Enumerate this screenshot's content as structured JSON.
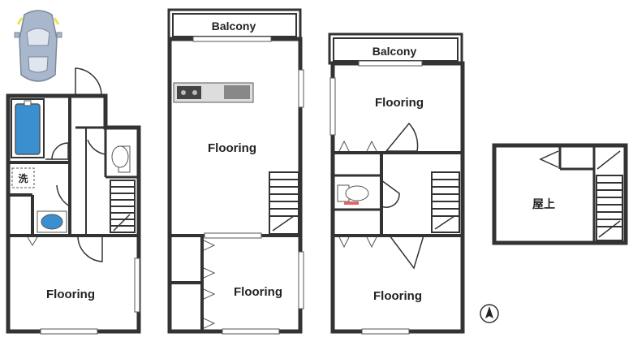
{
  "floor1": {
    "room_label": "Flooring",
    "washer_label": "洗"
  },
  "floor2": {
    "balcony_label": "Balcony",
    "room_upper_label": "Flooring",
    "room_lower_label": "Flooring"
  },
  "floor3": {
    "balcony_label": "Balcony",
    "room_upper_label": "Flooring",
    "room_lower_label": "Flooring"
  },
  "rooftop": {
    "label": "屋上"
  },
  "colors": {
    "wall": "#333333",
    "bath": "#3a8fd0",
    "car": "#a9b7cc",
    "kitchen": "#dddddd"
  }
}
